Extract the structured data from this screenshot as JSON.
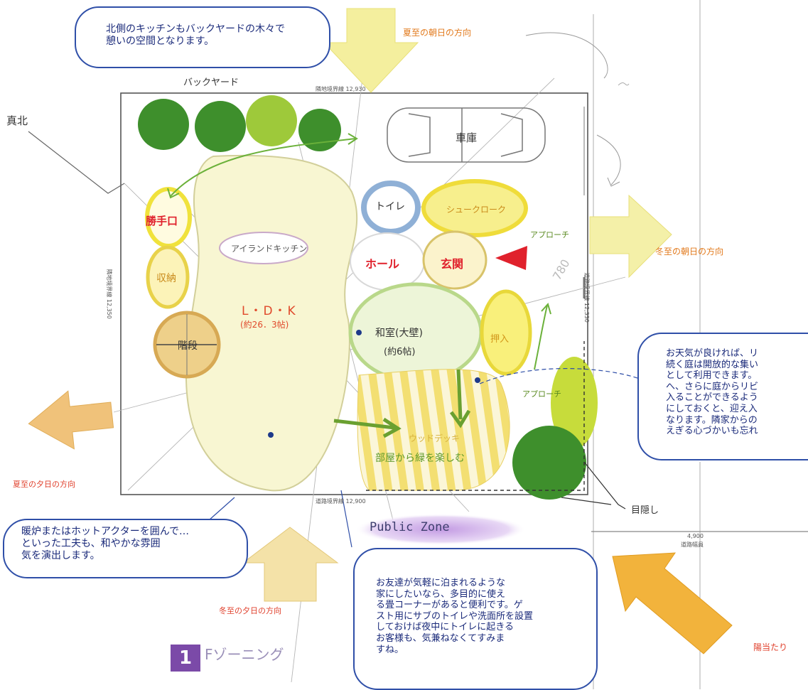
{
  "title": {
    "number": "1",
    "text": "Fゾーニング"
  },
  "zone_label": "Public Zone",
  "labels": {
    "backyard": "バックヤード",
    "true_north": "真北",
    "garage": "車庫",
    "toilet": "トイレ",
    "shoe_cloak": "シュークローク",
    "approach_top": "アプローチ",
    "approach_side": "アプローチ",
    "kitchen_door": "勝手口",
    "island_kitchen": "アイランドキッチン",
    "storage": "収納",
    "stairs": "階段",
    "hall": "ホール",
    "entrance": "玄関",
    "ldk": "L・D・K",
    "ldk_size": "(約26．3帖)",
    "washitsu": "和室(大壁)",
    "washitsu_size": "(約6帖)",
    "closet": "押入",
    "wood_deck": "ウッドデッキ",
    "green_note": "部屋から緑を楽しむ",
    "screen": "目隠し",
    "road_width": "4,900",
    "road_label": "道路幅員"
  },
  "dimensions": {
    "top": "隣地境界線 12,930",
    "bottom": "道路境界線 12,900",
    "left": "隣地境界線 12,350",
    "right": "道路境界線 12,330"
  },
  "sun": {
    "summer_sunrise": "夏至の朝日の方向",
    "winter_sunrise": "冬至の朝日の方向",
    "summer_sunset": "夏至の夕日の方向",
    "winter_sunset": "冬至の夕日の方向",
    "sunny": "陽当たり"
  },
  "bubbles": {
    "north": "北側のキッチンもバックヤードの木々で\n憩いの空間となります。",
    "fireplace": "暖炉またはホットアクターを囲んで…\nといった工夫も、和やかな雰囲\n気を演出します。",
    "guest": "お友達が気軽に泊まれるような\n家にしたいなら、多目的に使え\nる畳コーナーがあると便利です。ゲ\nスト用にサブのトイレや洗面所を設置\nしておけば夜中にトイレに起きる\nお客様も、気兼ねなくてすみま\nすね。",
    "weather": "お天気が良ければ、リ\n続く庭は開放的な集い\nとして利用できます。\nへ、さらに庭からリビ\n入ることができるよう\nにしておくと、迎え入\nなります。隣家からの\nえぎる心づかいも忘れ"
  },
  "colors": {
    "tree_dark": "#3e8f2c",
    "tree_light": "#9ec93a",
    "ring_yellow": "#f0e23c",
    "ring_orange": "#e6b64a",
    "ring_blue": "#8fb0d6",
    "ring_green": "#b9d88a",
    "arrow_orange": "#f0c27a",
    "arrow_yellow": "#f4ef9e",
    "bubble_border": "#2f4fa8",
    "red_text": "#e0212c",
    "purple": "#7b4aa8"
  }
}
